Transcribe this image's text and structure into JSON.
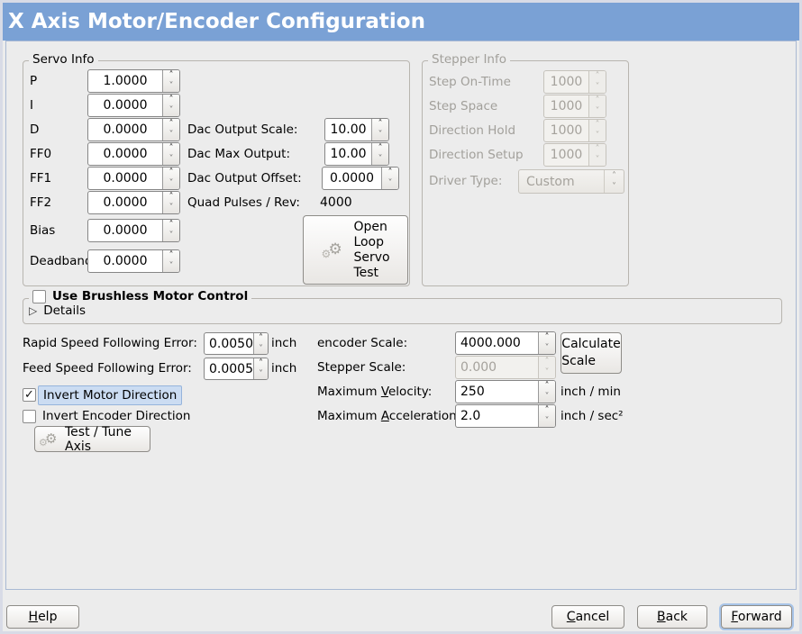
{
  "title_bar": {
    "title": "X Axis Motor/Encoder Configuration"
  },
  "icons": {
    "check": "✓",
    "expander_collapsed": "▷",
    "gear": "⚙",
    "spin_up": "˄",
    "spin_down": "˅"
  },
  "servo_info": {
    "title": "Servo Info",
    "rows": [
      {
        "label": "P",
        "value": "1.0000"
      },
      {
        "label": "I",
        "value": "0.0000"
      },
      {
        "label": "D",
        "value": "0.0000"
      },
      {
        "label": "FF0",
        "value": "0.0000"
      },
      {
        "label": "FF1",
        "value": "0.0000"
      },
      {
        "label": "FF2",
        "value": "0.0000"
      },
      {
        "label": "Bias",
        "value": "0.0000"
      },
      {
        "label": "Deadband",
        "value": "0.0000"
      }
    ],
    "dac_output_scale": {
      "label": "Dac Output Scale:",
      "value": "10.00"
    },
    "dac_max_output": {
      "label": "Dac Max Output:",
      "value": "10.00"
    },
    "dac_output_offset": {
      "label": "Dac Output Offset:",
      "value": "0.0000"
    },
    "quad_pulses": {
      "label": "Quad Pulses / Rev:",
      "value": "4000"
    },
    "open_loop_button_lines": [
      "Open",
      "Loop",
      "Servo",
      "Test"
    ]
  },
  "stepper_info": {
    "title": "Stepper Info",
    "rows": [
      {
        "label": "Step On-Time",
        "value": "1000"
      },
      {
        "label": "Step Space",
        "value": "1000"
      },
      {
        "label": "Direction Hold",
        "value": "1000"
      },
      {
        "label": "Direction Setup",
        "value": "1000"
      }
    ],
    "driver_type": {
      "label": "Driver Type:",
      "value": "Custom"
    }
  },
  "brushless": {
    "title": "Use Brushless Motor Control",
    "details": "Details"
  },
  "following_error": {
    "rapid": {
      "label": "Rapid Speed Following Error:",
      "value": "0.0050",
      "unit": "inch"
    },
    "feed": {
      "label": "Feed Speed Following Error:",
      "value": "0.0005",
      "unit": "inch"
    }
  },
  "direction": {
    "invert_motor": "Invert Motor Direction",
    "invert_encoder": "Invert Encoder Direction",
    "test_tune_button": "Test / Tune Axis"
  },
  "scaling": {
    "encoder_scale": {
      "label": "encoder Scale:",
      "value": "4000.000"
    },
    "stepper_scale": {
      "label": "Stepper Scale:",
      "value": "0.000"
    },
    "calculate_button_lines": [
      "Calculate",
      "Scale"
    ],
    "max_velocity": {
      "prefix": "Maximum ",
      "mnemonic": "V",
      "suffix": "elocity:",
      "value": "250",
      "unit": "inch / min"
    },
    "max_acceleration": {
      "prefix": "Maximum ",
      "mnemonic": "A",
      "suffix": "cceleration:",
      "value": "2.0",
      "unit": "inch / sec²"
    }
  },
  "footer": {
    "help": {
      "mnemonic": "H",
      "suffix": "elp"
    },
    "cancel": {
      "mnemonic": "C",
      "suffix": "ancel"
    },
    "back": {
      "mnemonic": "B",
      "suffix": "ack"
    },
    "forward": {
      "mnemonic": "F",
      "suffix": "orward"
    }
  },
  "colors": {
    "titlebar": "#7aa1d5",
    "background": "#ececec",
    "focus_ring": "#a8c4e8",
    "selection_bg": "#cbdcf2"
  }
}
